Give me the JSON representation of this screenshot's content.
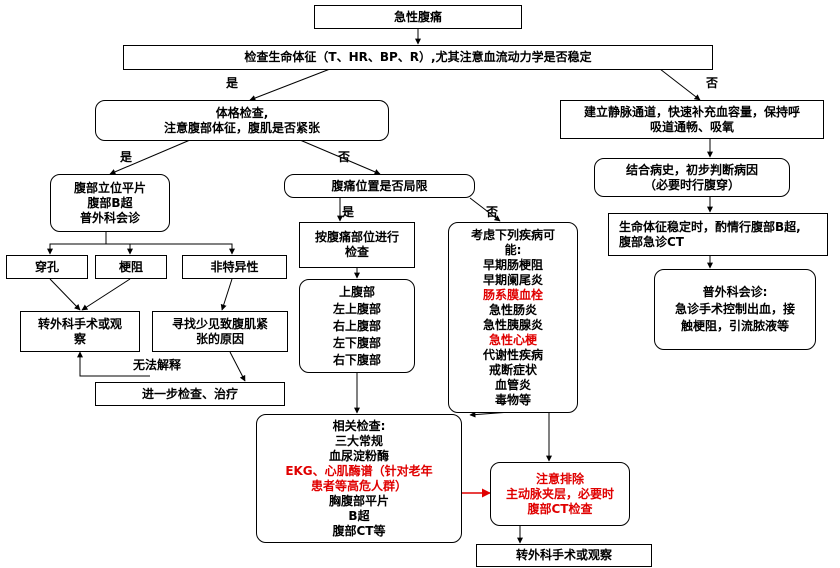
{
  "nodes": {
    "start": "急性腹痛",
    "vitals": "检查生命体征（T、HR、BP、R）,尤其注意血流动力学是否稳定",
    "exam": [
      "体格检查,",
      "注意腹部体征，腹肌是否紧张"
    ],
    "xray": [
      "腹部立位平片",
      "腹部B超",
      "普外科会诊"
    ],
    "localized": "腹痛位置是否局限",
    "perforation": "穿孔",
    "obstruction": "梗阻",
    "nonspecific": "非特异性",
    "surgery_obs_left": [
      "转外科手术或观",
      "察"
    ],
    "find_cause": [
      "寻找少见致腹肌紧",
      "张的原因"
    ],
    "further": "进一步检查、治疗",
    "by_location": [
      "按腹痛部位进行",
      "检查"
    ],
    "regions": [
      "上腹部",
      "左上腹部",
      "右上腹部",
      "左下腹部",
      "右下腹部"
    ],
    "consider": [
      "考虑下列疾病可",
      "能:",
      "早期肠梗阻",
      "早期阑尾炎",
      "肠系膜血栓",
      "急性肠炎",
      "急性胰腺炎",
      "急性心梗",
      "代谢性疾病",
      "戒断症状",
      "血管炎",
      "毒物等"
    ],
    "related": [
      "相关检查:",
      "三大常规",
      "血尿淀粉酶",
      "EKG、心肌酶谱（针对老年",
      "患者等高危人群）",
      "胸腹部平片",
      "B超",
      "腹部CT等"
    ],
    "exclude": [
      "注意排除",
      "主动脉夹层，必要时",
      "腹部CT检查"
    ],
    "surgery_obs_bottom": "转外科手术或观察",
    "iv": [
      "建立静脉通道，快速补充血容量，保持呼",
      "吸道通畅、吸氧"
    ],
    "history": [
      "结合病史，初步判断病因",
      "（必要时行腹穿）"
    ],
    "stable": [
      "生命体征稳定时，酌情行腹部B超,",
      "腹部急诊CT"
    ],
    "surgical": [
      "普外科会诊:",
      "急诊手术控制出血，接",
      "触梗阻，引流脓液等"
    ]
  },
  "edge_labels": {
    "yes": "是",
    "no": "否",
    "unexplained": "无法解释"
  },
  "colors": {
    "line": "#000000",
    "highlight": "#e00000"
  }
}
